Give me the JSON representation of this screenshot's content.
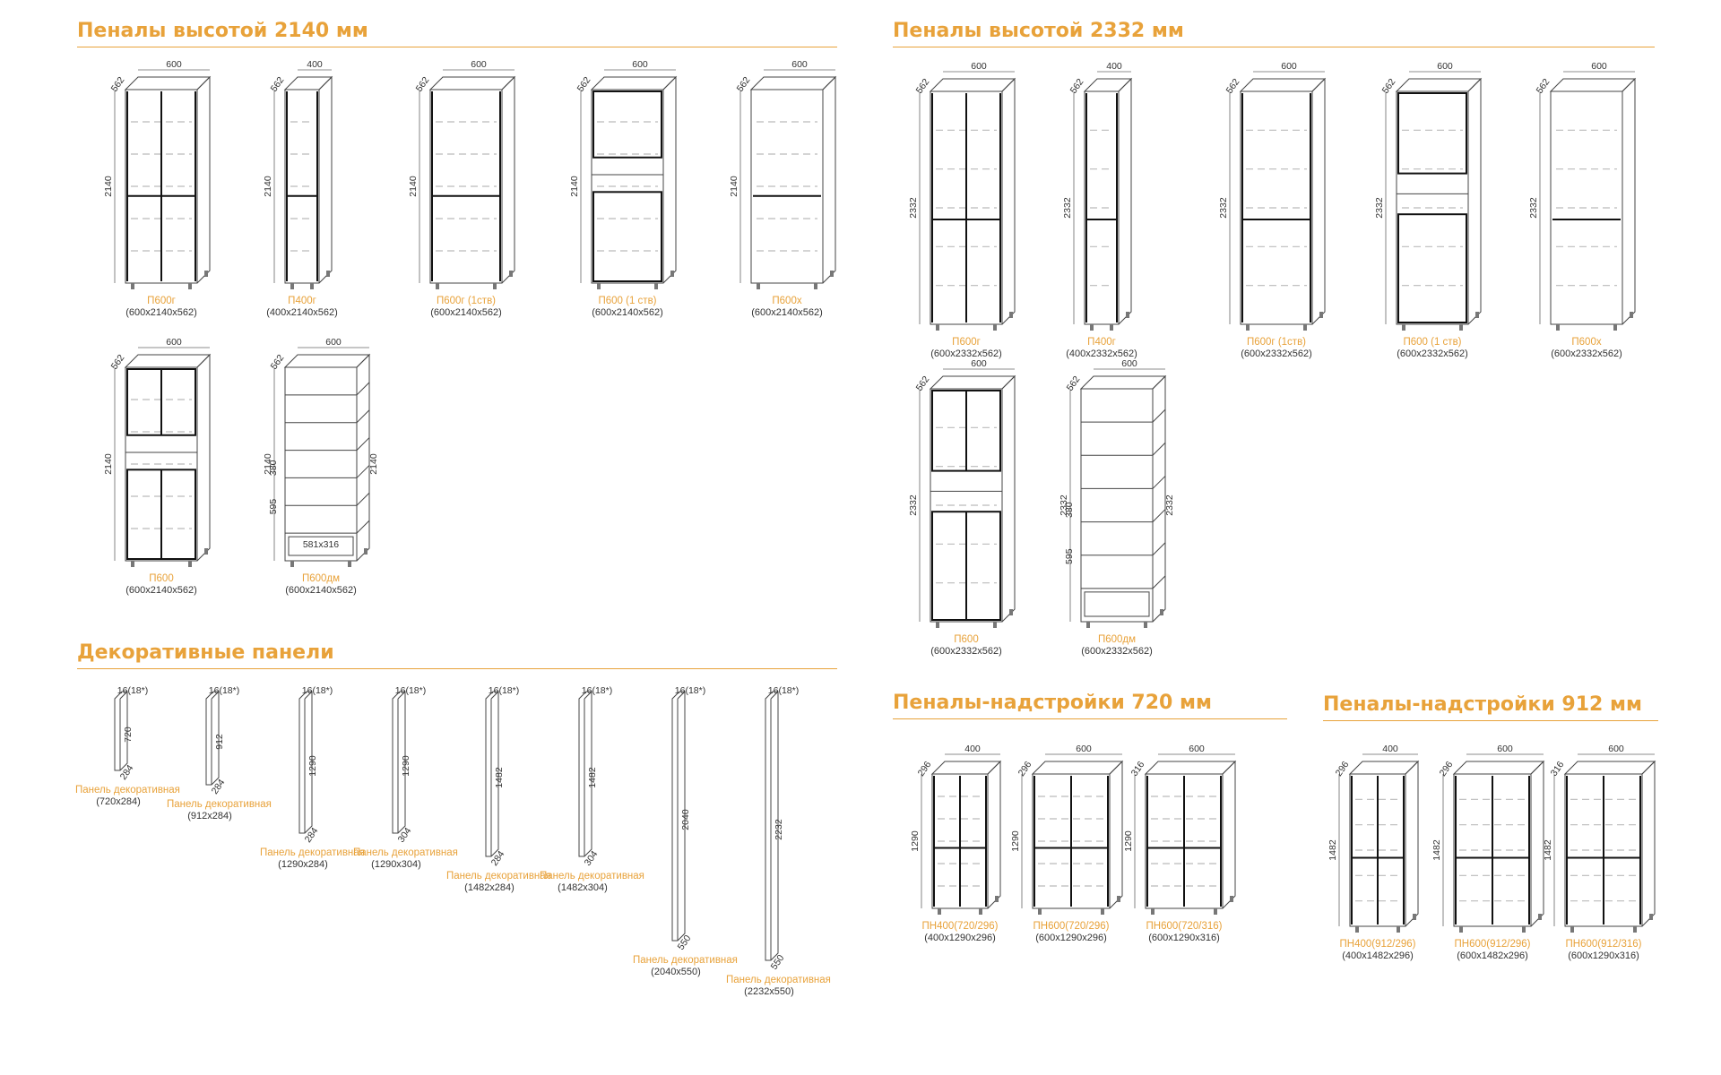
{
  "sections": {
    "tall_2140": {
      "title": "Пеналы высотой 2140 мм"
    },
    "tall_2332": {
      "title": "Пеналы высотой 2332 мм"
    },
    "panels": {
      "title": "Декоративные панели"
    },
    "top_720": {
      "title": "Пеналы-надстройки 720 мм"
    },
    "top_912": {
      "title": "Пеналы-надстройки 912 мм"
    }
  },
  "cabinets_2140": [
    {
      "name": "П600г",
      "dims": "(600х2140х562)",
      "w": "600",
      "d": "562",
      "h": "2140"
    },
    {
      "name": "П400г",
      "dims": "(400х2140х562)",
      "w": "400",
      "d": "562",
      "h": "2140"
    },
    {
      "name": "П600г (1ств)",
      "dims": "(600х2140х562)",
      "w": "600",
      "d": "562",
      "h": "2140"
    },
    {
      "name": "П600 (1 ств)",
      "dims": "(600х2140х562)",
      "w": "600",
      "d": "562",
      "h": "2140"
    },
    {
      "name": "П600х",
      "dims": "(600х2140х562)",
      "w": "600",
      "d": "562",
      "h": "2140"
    },
    {
      "name": "П600",
      "dims": "(600х2140х562)",
      "w": "600",
      "d": "562",
      "h": "2140"
    },
    {
      "name": "П600дм",
      "dims": "(600х2140х562)",
      "w": "600",
      "d": "562",
      "h": "2140",
      "h1": "380",
      "h2": "595",
      "inner": "581х316"
    }
  ],
  "cabinets_2332": [
    {
      "name": "П600г",
      "dims": "(600х2332х562)",
      "w": "600",
      "d": "562",
      "h": "2332"
    },
    {
      "name": "П400г",
      "dims": "(400х2332х562)",
      "w": "400",
      "d": "562",
      "h": "2332"
    },
    {
      "name": "П600г (1ств)",
      "dims": "(600х2332х562)",
      "w": "600",
      "d": "562",
      "h": "2332"
    },
    {
      "name": "П600 (1 ств)",
      "dims": "(600х2332х562)",
      "w": "600",
      "d": "562",
      "h": "2332"
    },
    {
      "name": "П600х",
      "dims": "(600х2332х562)",
      "w": "600",
      "d": "562",
      "h": "2332"
    },
    {
      "name": "П600",
      "dims": "(600х2332х562)",
      "w": "600",
      "d": "562",
      "h": "2332"
    },
    {
      "name": "П600дм",
      "dims": "(600х2332х562)",
      "w": "600",
      "d": "562",
      "h": "2332",
      "h1": "380",
      "h2": "595"
    }
  ],
  "panels": [
    {
      "name": "Панель декоративная",
      "dims": "(720х284)",
      "t": "16(18*)",
      "h": "720",
      "d": "284"
    },
    {
      "name": "Панель декоративная",
      "dims": "(912х284)",
      "t": "16(18*)",
      "h": "912",
      "d": "284"
    },
    {
      "name": "Панель декоративная",
      "dims": "(1290х284)",
      "t": "16(18*)",
      "h": "1290",
      "d": "284"
    },
    {
      "name": "Панель декоративная",
      "dims": "(1290х304)",
      "t": "16(18*)",
      "h": "1290",
      "d": "304"
    },
    {
      "name": "Панель декоративная",
      "dims": "(1482х284)",
      "t": "16(18*)",
      "h": "1482",
      "d": "284"
    },
    {
      "name": "Панель декоративная",
      "dims": "(1482х304)",
      "t": "16(18*)",
      "h": "1482",
      "d": "304"
    },
    {
      "name": "Панель декоративная",
      "dims": "(2040х550)",
      "t": "16(18*)",
      "h": "2040",
      "d": "550"
    },
    {
      "name": "Панель декоративная",
      "dims": "(2232х550)",
      "t": "16(18*)",
      "h": "2232",
      "d": "550"
    }
  ],
  "tops_720": [
    {
      "name": "ПН400(720/296)",
      "dims": "(400х1290х296)",
      "w": "400",
      "d": "296",
      "h": "1290"
    },
    {
      "name": "ПН600(720/296)",
      "dims": "(600х1290х296)",
      "w": "600",
      "d": "296",
      "h": "1290"
    },
    {
      "name": "ПН600(720/316)",
      "dims": "(600х1290х316)",
      "w": "600",
      "d": "316",
      "h": "1290"
    }
  ],
  "tops_912": [
    {
      "name": "ПН400(912/296)",
      "dims": "(400х1482х296)",
      "w": "400",
      "d": "296",
      "h": "1482"
    },
    {
      "name": "ПН600(912/296)",
      "dims": "(600х1482х296)",
      "w": "600",
      "d": "296",
      "h": "1482"
    },
    {
      "name": "ПН600(912/316)",
      "dims": "(600х1290х316)",
      "w": "600",
      "d": "316",
      "h": "1482"
    }
  ]
}
